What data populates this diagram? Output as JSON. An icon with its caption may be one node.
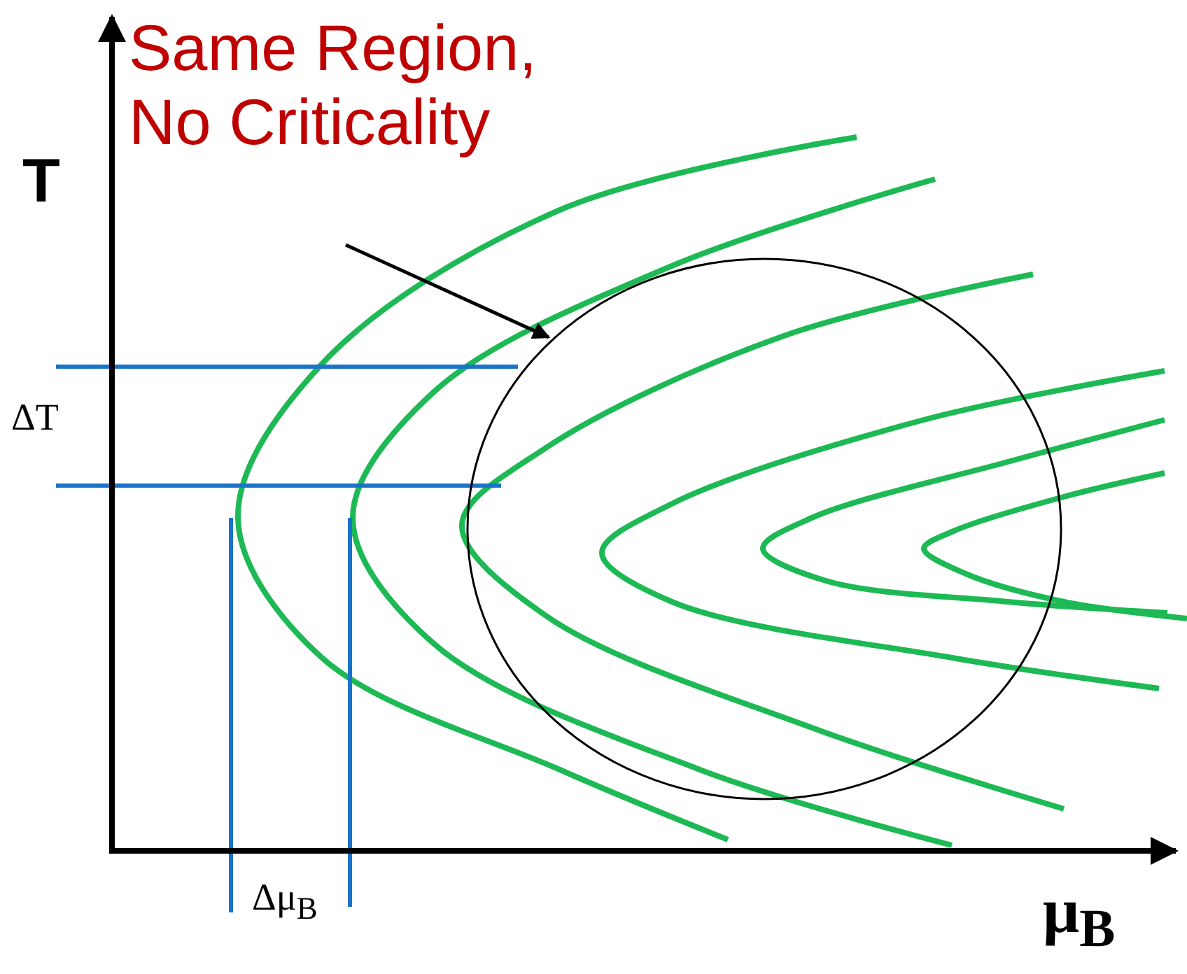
{
  "diagram": {
    "nodes": [
      {
        "text": [
          "Same Region, No Criticality"
        ]
      },
      {
        "text": [],
        "shape": "circle"
      }
    ],
    "edges": [
      {
        "from": 0,
        "to": 1,
        "arrow": "to"
      }
    ],
    "labels": [
      "T",
      "ΔT",
      "Δμ$_{B}$",
      "μ$_{B}$"
    ]
  }
}
